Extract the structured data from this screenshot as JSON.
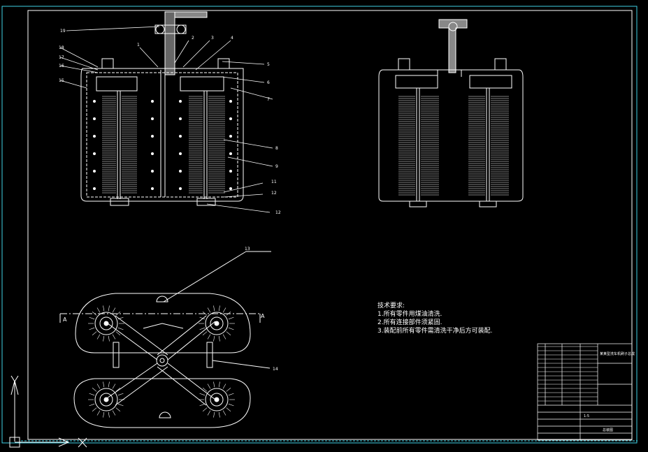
{
  "colors": {
    "background": "#000000",
    "line": "#ffffff",
    "frame_cyan": "#3fd2e6",
    "accent_yellow": "#ffff00",
    "accent_red": "#ff3b30",
    "accent_green": "#32e060"
  },
  "callouts": {
    "c1": "1",
    "c2": "2",
    "c3": "3",
    "c4": "4",
    "c5": "5",
    "c6": "6",
    "c7": "7",
    "c8": "8",
    "c9": "9",
    "c11": "11",
    "c12": "12",
    "c15": "15",
    "c16": "16",
    "c17": "17",
    "c18": "18",
    "c19": "19",
    "c13": "13",
    "c14": "14"
  },
  "section_marks": {
    "left": "A",
    "right": "A"
  },
  "tech_notes": {
    "title": "技术要求:",
    "items": [
      "1.所有零件用煤油清洗.",
      "2.所有连接部件须紧固.",
      "3.装配前所有零件需清洗干净后方可装配."
    ]
  },
  "title_block": {
    "drawing_title": "某某型洗车机刷子总成",
    "scale": "1:5",
    "sheet": "总装图"
  },
  "icons": [
    "ucs-axis-icon"
  ]
}
